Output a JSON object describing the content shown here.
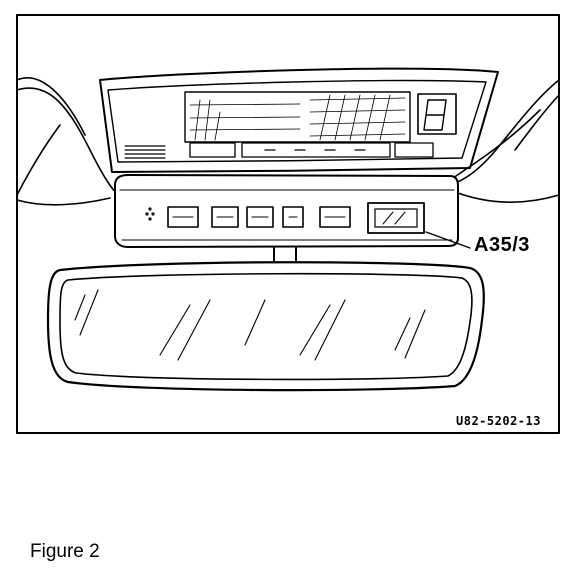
{
  "callout_label": "A35/3",
  "drawing_code": "U82-5202-13",
  "caption": "Figure 2"
}
